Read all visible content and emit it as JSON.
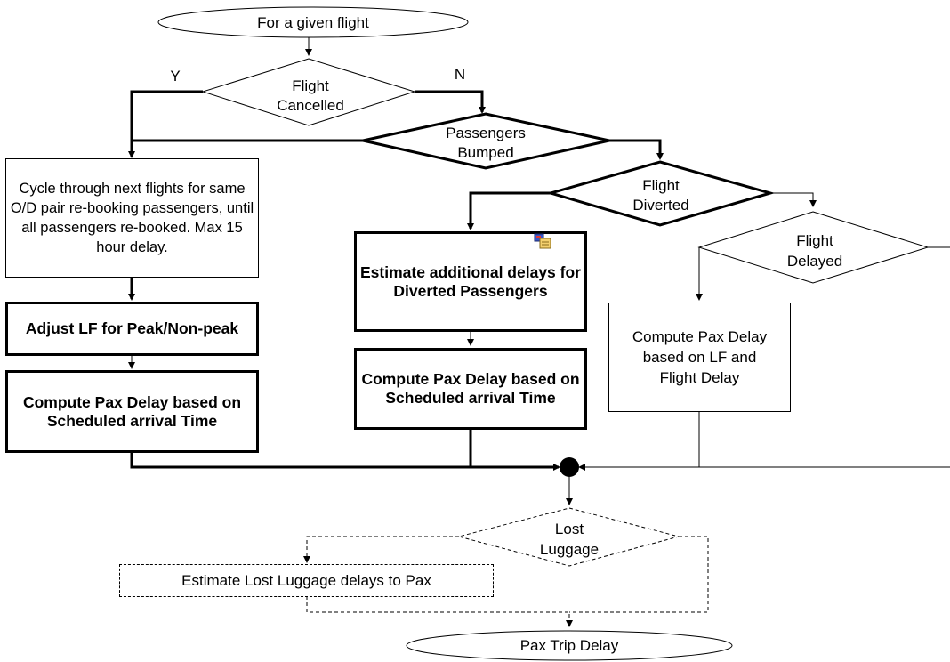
{
  "title": "",
  "start": "For a given flight",
  "end": "Pax Trip Delay",
  "decisions": {
    "cancelled": [
      "Flight",
      "Cancelled"
    ],
    "bumped": [
      "Passengers",
      "Bumped"
    ],
    "diverted": [
      "Flight",
      "Diverted"
    ],
    "delayed": [
      "Flight",
      "Delayed"
    ],
    "luggage": [
      "Lost",
      "Luggage"
    ]
  },
  "branch_labels": {
    "yes": "Y",
    "no": "N"
  },
  "process": {
    "cycle": "Cycle through next flights for same O/D pair re-booking passengers, until all passengers re-booked. Max 15 hour delay.",
    "adjust_lf": "Adjust LF for Peak/Non-peak",
    "compute_sched_left": "Compute Pax Delay based on Scheduled arrival Time",
    "estimate_diverted": "Estimate additional delays for Diverted Passengers",
    "compute_sched_mid": "Compute Pax Delay based on Scheduled arrival Time",
    "compute_lf": "Compute Pax Delay based on LF and Flight Delay",
    "lost_luggage": "Estimate Lost Luggage delays to Pax"
  }
}
